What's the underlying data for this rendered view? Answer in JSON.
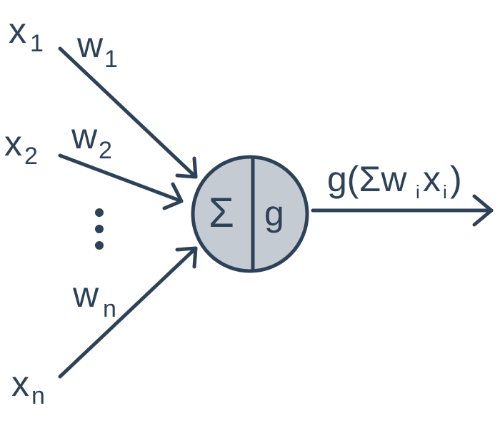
{
  "inputs": [
    {
      "var": "x",
      "sub": "1",
      "weight_var": "w",
      "weight_sub": "1"
    },
    {
      "var": "x",
      "sub": "2",
      "weight_var": "w",
      "weight_sub": "2"
    },
    {
      "var": "x",
      "sub": "n",
      "weight_var": "w",
      "weight_sub": "n"
    }
  ],
  "neuron": {
    "sum_symbol": "Σ",
    "activation": "g"
  },
  "output": {
    "prefix": "g(Σw",
    "sub_i_1": "i",
    "mid": "x",
    "sub_i_2": "i",
    "suffix": ")"
  },
  "colors": {
    "stroke": "#2d4157",
    "node_fill": "#c5cbd3"
  }
}
